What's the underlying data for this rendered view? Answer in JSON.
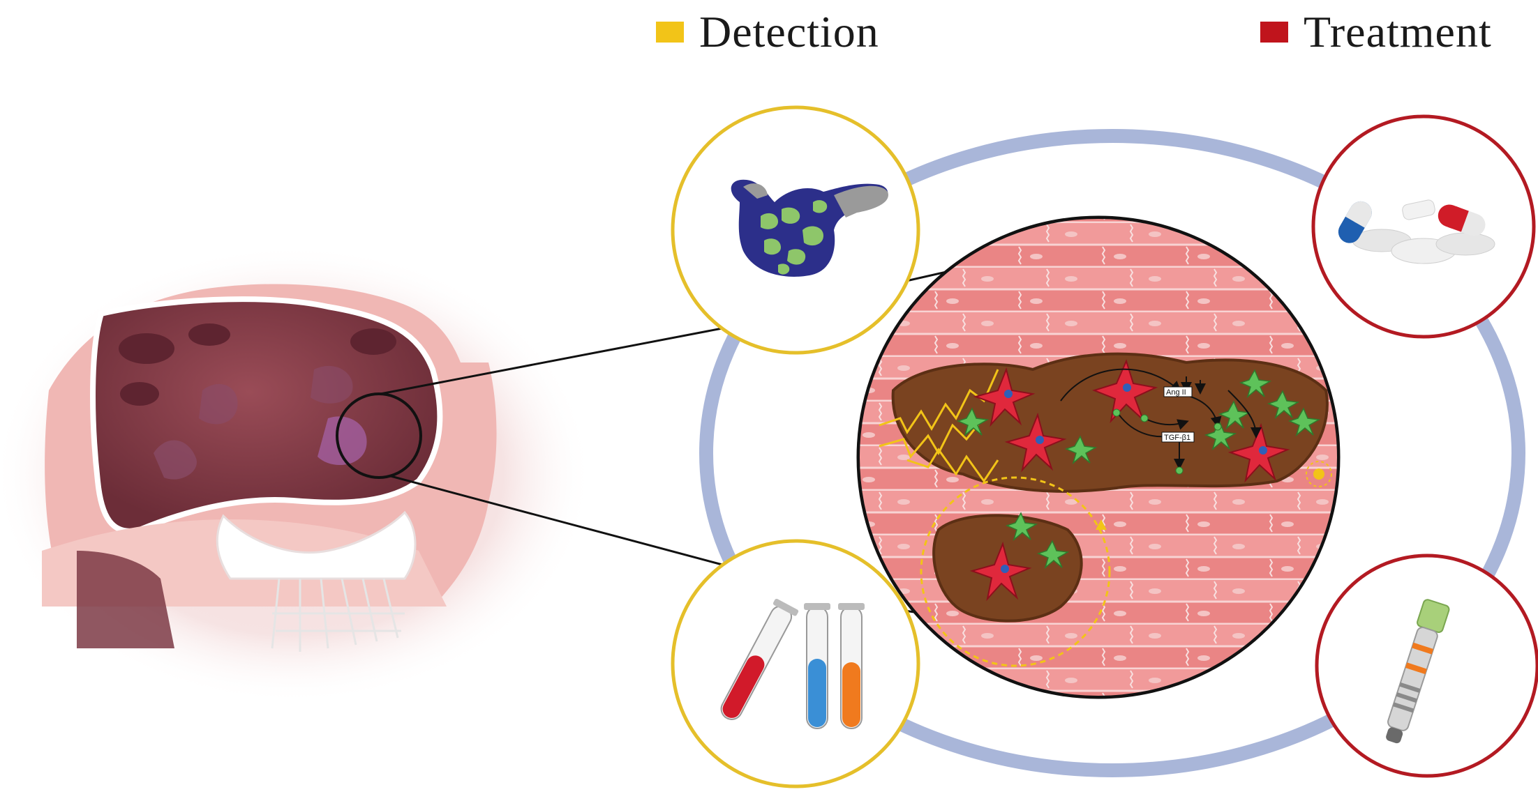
{
  "legend": {
    "items": [
      {
        "label": "Detection",
        "color": "#f2c418"
      },
      {
        "label": "Treatment",
        "color": "#c0141c"
      }
    ]
  },
  "pathway_labels": {
    "ang": "Ang II",
    "tgf": "TGF-β1"
  },
  "colors": {
    "ring": "#a9b6d9",
    "detection_border": "#e5bf2a",
    "treatment_border": "#b31a22",
    "tissue": "#e88383",
    "fibrosis": "#7a4320",
    "fibroblast": "#e0283c",
    "myofibroblast": "#5ec25a",
    "heart_wall": "#7c3a45"
  },
  "icons": {
    "detection_top": "3d-atrial-fibrosis-map-icon",
    "detection_bottom": "blood-sample-tubes-icon",
    "treatment_top": "pills-icon",
    "treatment_bottom": "catheter-ablation-icon"
  }
}
